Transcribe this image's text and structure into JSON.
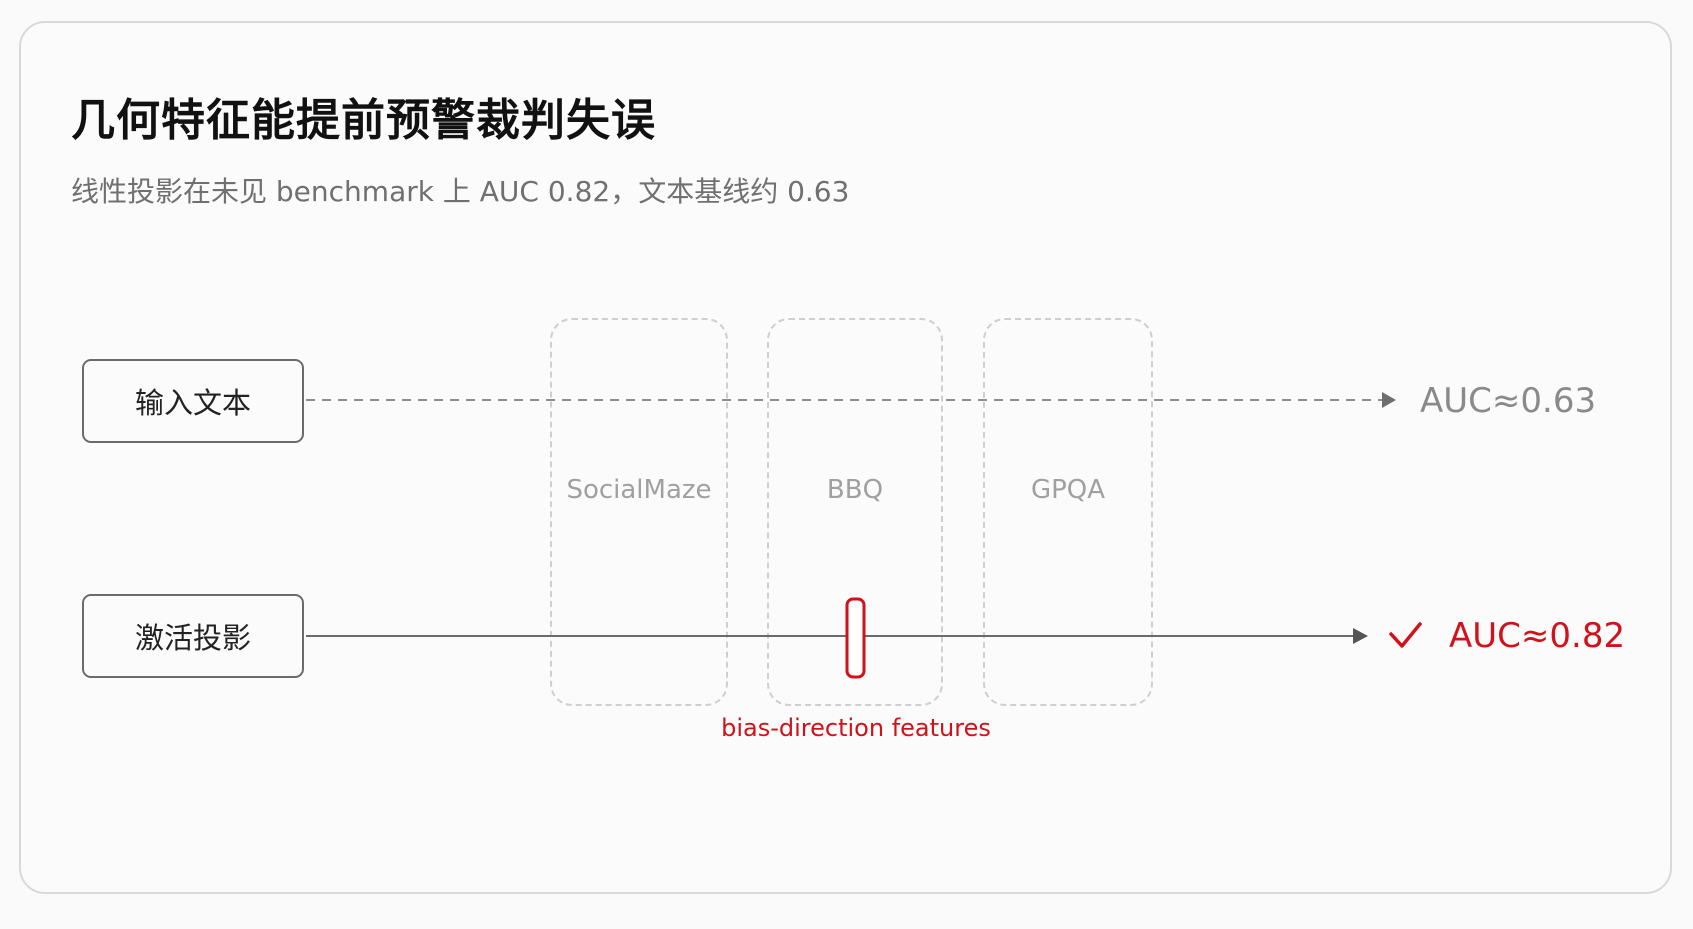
{
  "header": {
    "title": "几何特征能提前预警裁判失误",
    "subtitle": "线性投影在未见 benchmark 上 AUC 0.82，文本基线约 0.63"
  },
  "inputs": {
    "text": "输入文本",
    "activation": "激活投影"
  },
  "benchmarks": [
    "SocialMaze",
    "BBQ",
    "GPQA"
  ],
  "results": {
    "text_auc": "AUC≈0.63",
    "activation_auc": "AUC≈0.82"
  },
  "feature_label": "bias-direction features",
  "colors": {
    "accent": "#d0121b",
    "muted": "#8a8a8a",
    "line": "#6b6b6b",
    "dashed": "#c8c8c8"
  }
}
